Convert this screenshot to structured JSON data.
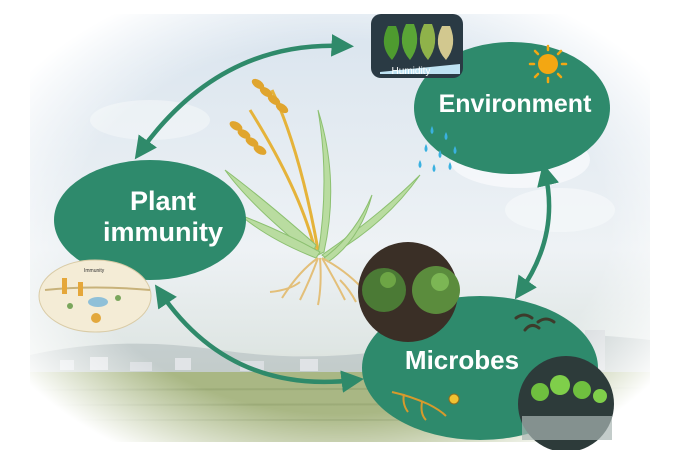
{
  "nodes": {
    "plant_immunity": {
      "line1": "Plant",
      "line2": "immunity"
    },
    "environment": {
      "label": "Environment"
    },
    "microbes": {
      "label": "Microbes"
    }
  },
  "environment_inset": {
    "humidity_label": "Humidity"
  },
  "immunity_inset": {
    "title": "Immunity"
  },
  "colors": {
    "node_fill": "#2e8a6c",
    "arrow": "#2f8a6a",
    "sky_top": "#c9d9e8",
    "field": "#9fb07c",
    "sun": "#f3a712",
    "rain": "#3ab1e0",
    "wheat": "#e5b33a"
  },
  "icons": [
    "sun-icon",
    "raindrops-icon",
    "wheat-plant-icon",
    "roots-icon"
  ]
}
